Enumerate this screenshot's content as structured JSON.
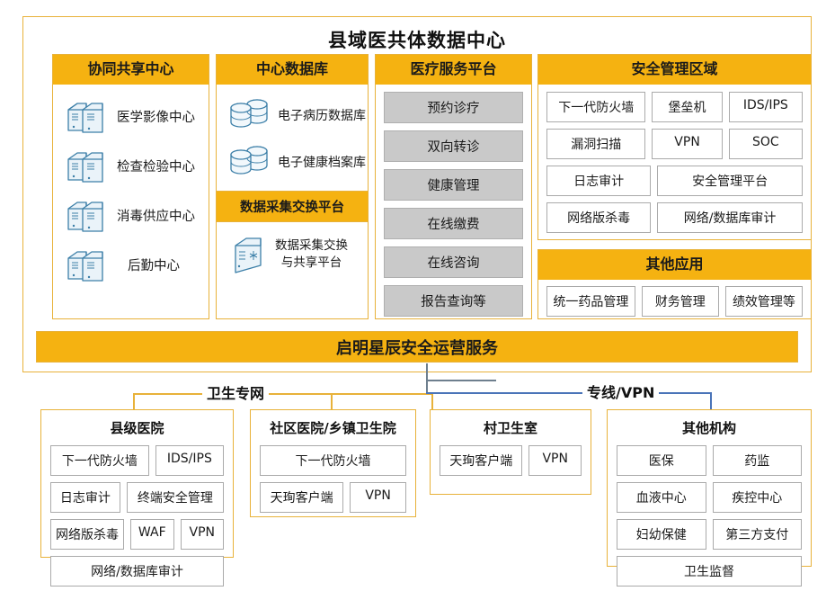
{
  "title": "县域医共体数据中心",
  "colors": {
    "header_yellow": "#F5B211",
    "frame_border": "#E8B23A",
    "gray_button": "#C9C9C9",
    "link_blue": "#4A74B8",
    "link_gray": "#6E7F8E"
  },
  "collab": {
    "header": "协同共享中心",
    "items": [
      {
        "label": "医学影像中心",
        "icon": "server-icon"
      },
      {
        "label": "检查检验中心",
        "icon": "server-icon"
      },
      {
        "label": "消毒供应中心",
        "icon": "server-icon"
      },
      {
        "label": "后勤中心",
        "icon": "server-icon"
      }
    ]
  },
  "central_db": {
    "header": "中心数据库",
    "items": [
      {
        "label": "电子病历数据库",
        "icon": "database-icon"
      },
      {
        "label": "电子健康档案库",
        "icon": "database-icon"
      }
    ],
    "sub_header": "数据采集交换平台",
    "collect": {
      "label": "数据采集交换\n与共享平台",
      "line1": "数据采集交换",
      "line2": "与共享平台",
      "icon": "server-single-icon"
    }
  },
  "service_platform": {
    "header": "医疗服务平台",
    "items": [
      "预约诊疗",
      "双向转诊",
      "健康管理",
      "在线缴费",
      "在线咨询",
      "报告查询等"
    ]
  },
  "security": {
    "header": "安全管理区域",
    "rows": [
      [
        "下一代防火墙",
        "堡垒机",
        "IDS/IPS"
      ],
      [
        "漏洞扫描",
        "VPN",
        "SOC"
      ],
      [
        "日志审计",
        "安全管理平台"
      ],
      [
        "网络版杀毒",
        "网络/数据库审计"
      ]
    ]
  },
  "other_apps": {
    "header": "其他应用",
    "items": [
      "统一药品管理",
      "财务管理",
      "绩效管理等"
    ]
  },
  "banner": {
    "label": "启明星辰安全运营服务"
  },
  "connectors": {
    "left_label": "卫生专网",
    "right_label": "专线/VPN"
  },
  "county_hospital": {
    "title": "县级医院",
    "rows": [
      [
        "下一代防火墙",
        "IDS/IPS"
      ],
      [
        "日志审计",
        "终端安全管理"
      ],
      [
        "网络版杀毒",
        "WAF",
        "VPN"
      ],
      [
        "网络/数据库审计"
      ]
    ]
  },
  "community_hospital": {
    "title": "社区医院/乡镇卫生院",
    "rows": [
      [
        "下一代防火墙"
      ],
      [
        "天珣客户端",
        "VPN"
      ]
    ]
  },
  "village_clinic": {
    "title": "村卫生室",
    "rows": [
      [
        "天珣客户端",
        "VPN"
      ]
    ]
  },
  "other_org": {
    "title": "其他机构",
    "rows": [
      [
        "医保",
        "药监"
      ],
      [
        "血液中心",
        "疾控中心"
      ],
      [
        "妇幼保健",
        "第三方支付"
      ],
      [
        "卫生监督"
      ]
    ]
  }
}
